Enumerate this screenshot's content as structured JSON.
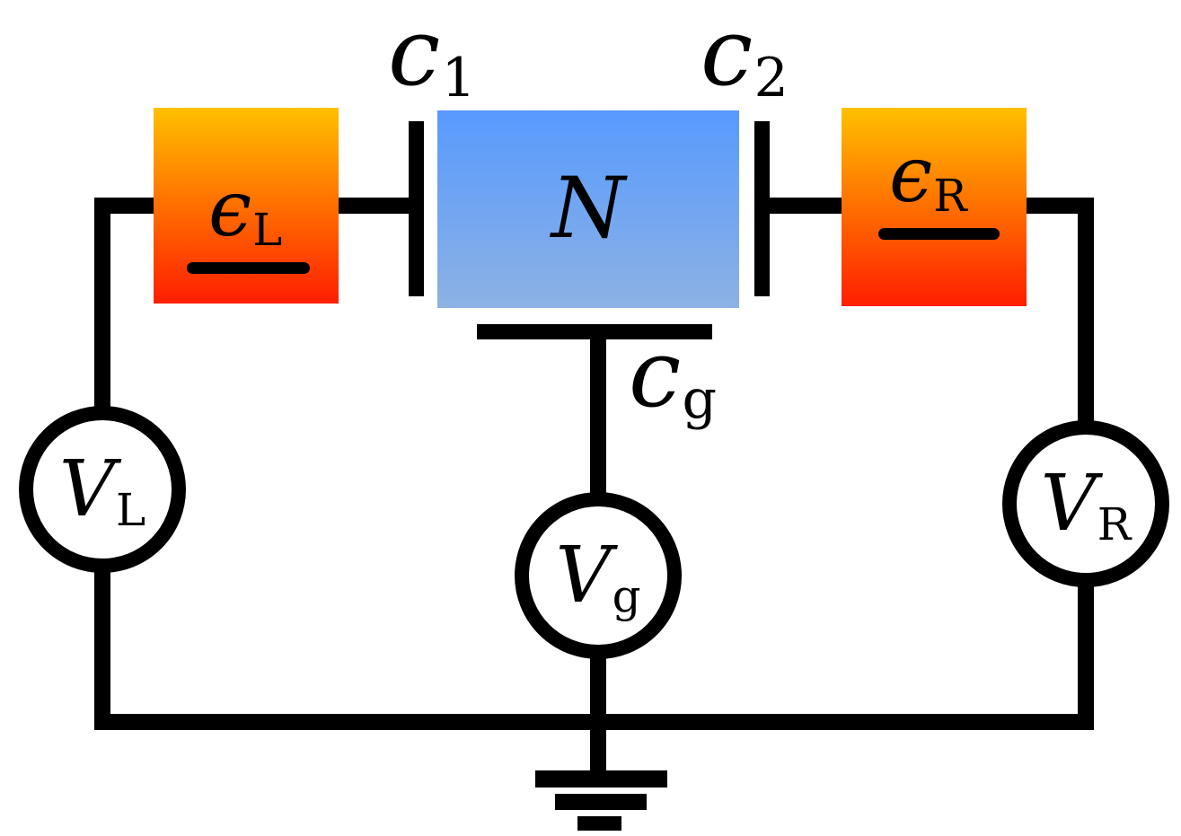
{
  "diagram": {
    "island": {
      "label": "N"
    },
    "leads": {
      "left": {
        "base": "ϵ",
        "sub": "L"
      },
      "right": {
        "base": "ϵ",
        "sub": "R"
      }
    },
    "capacitors": {
      "c1": {
        "base": "c",
        "sub": "1"
      },
      "c2": {
        "base": "c",
        "sub": "2"
      },
      "cg": {
        "base": "c",
        "sub": "g"
      }
    },
    "sources": {
      "left": {
        "base": "V",
        "sub": "L"
      },
      "gate": {
        "base": "V",
        "sub": "g"
      },
      "right": {
        "base": "V",
        "sub": "R"
      }
    },
    "colors": {
      "background": "#FFFFFF",
      "wire": "#000000",
      "lead_gradient_top": "#FFC000",
      "lead_gradient_bottom": "#FF1E00",
      "island_gradient_top": "#579AFE",
      "island_gradient_bottom": "#8DB2E4"
    }
  }
}
